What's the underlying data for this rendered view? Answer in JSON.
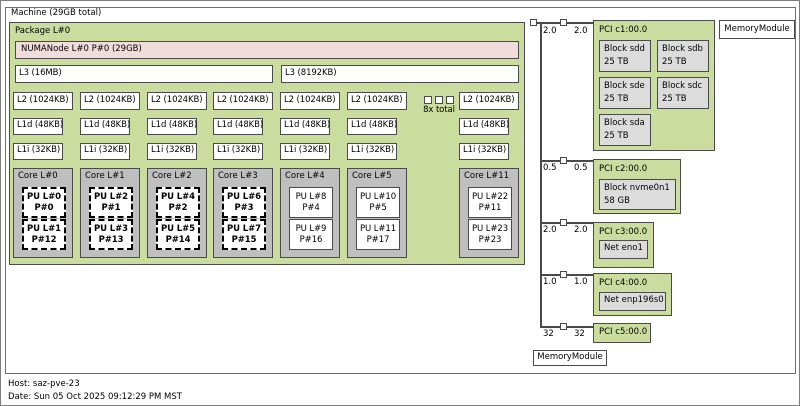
{
  "machine": {
    "label": "Machine (29GB total)"
  },
  "package": {
    "label": "Package L#0",
    "numanode": "NUMANode L#0 P#0 (29GB)",
    "l3": [
      "L3 (16MB)",
      "L3 (8192KB)"
    ],
    "l2": [
      "L2 (1024KB)",
      "L2 (1024KB)",
      "L2 (1024KB)",
      "L2 (1024KB)",
      "L2 (1024KB)",
      "L2 (1024KB)",
      "L2 (1024KB)"
    ],
    "l1d": [
      "L1d (48KB)",
      "L1d (48KB)",
      "L1d (48KB)",
      "L1d (48KB)",
      "L1d (48KB)",
      "L1d (48KB)",
      "L1d (48KB)"
    ],
    "l1i": [
      "L1i (32KB)",
      "L1i (32KB)",
      "L1i (32KB)",
      "L1i (32KB)",
      "L1i (32KB)",
      "L1i (32KB)",
      "L1i (32KB)"
    ],
    "collapsed": "8x total",
    "cores": [
      {
        "label": "Core L#0",
        "pus": [
          {
            "l": "PU L#0",
            "p": "P#0"
          },
          {
            "l": "PU L#1",
            "p": "P#12"
          }
        ]
      },
      {
        "label": "Core L#1",
        "pus": [
          {
            "l": "PU L#2",
            "p": "P#1"
          },
          {
            "l": "PU L#3",
            "p": "P#13"
          }
        ]
      },
      {
        "label": "Core L#2",
        "pus": [
          {
            "l": "PU L#4",
            "p": "P#2"
          },
          {
            "l": "PU L#5",
            "p": "P#14"
          }
        ]
      },
      {
        "label": "Core L#3",
        "pus": [
          {
            "l": "PU L#6",
            "p": "P#3"
          },
          {
            "l": "PU L#7",
            "p": "P#15"
          }
        ]
      },
      {
        "label": "Core L#4",
        "pus": [
          {
            "l": "PU L#8",
            "p": "P#4"
          },
          {
            "l": "PU L#9",
            "p": "P#16"
          }
        ]
      },
      {
        "label": "Core L#5",
        "pus": [
          {
            "l": "PU L#10",
            "p": "P#5"
          },
          {
            "l": "PU L#11",
            "p": "P#17"
          }
        ]
      },
      {
        "label": "Core L#11",
        "pus": [
          {
            "l": "PU L#22",
            "p": "P#11"
          },
          {
            "l": "PU L#23",
            "p": "P#23"
          }
        ]
      }
    ]
  },
  "pci": {
    "devices": [
      {
        "label": "PCI c1:00.0",
        "speed_in": "2.0",
        "speed_out": "2.0",
        "blocks": [
          {
            "name": "Block sdd",
            "size": "25 TB"
          },
          {
            "name": "Block sdb",
            "size": "25 TB"
          },
          {
            "name": "Block sde",
            "size": "25 TB"
          },
          {
            "name": "Block sdc",
            "size": "25 TB"
          },
          {
            "name": "Block sda",
            "size": "25 TB"
          }
        ]
      },
      {
        "label": "PCI c2:00.0",
        "speed_in": "0.5",
        "speed_out": "0.5",
        "blocks": [
          {
            "name": "Block nvme0n1",
            "size": "58 GB"
          }
        ]
      },
      {
        "label": "PCI c3:00.0",
        "speed_in": "2.0",
        "speed_out": "2.0",
        "net": "Net eno1"
      },
      {
        "label": "PCI c4:00.0",
        "speed_in": "1.0",
        "speed_out": "1.0",
        "net": "Net enp196s0"
      },
      {
        "label": "PCI c5:00.0",
        "speed_in": "32",
        "speed_out": "32"
      }
    ]
  },
  "memory_modules": [
    "MemoryModule",
    "MemoryModule"
  ],
  "footer": {
    "host": "Host: saz-pve-23",
    "date": "Date: Sun 05 Oct 2025 09:12:29 PM MST"
  },
  "colors": {
    "package_green": "#cbdd9e",
    "numanode_pink": "#f1dcdc",
    "core_gray": "#bfbfbf",
    "device_gray": "#dcdcdc",
    "box_border": "#4a4a4a"
  }
}
